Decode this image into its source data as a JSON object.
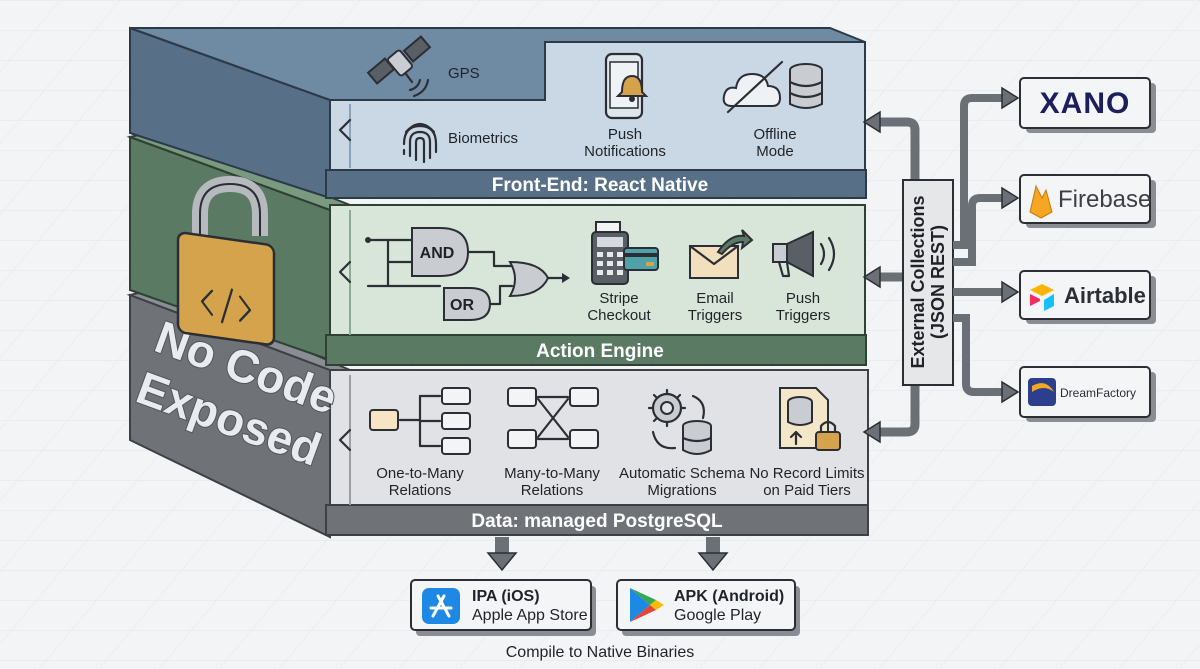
{
  "layers": {
    "frontend": {
      "bar_label": "Front-End: React Native",
      "features": [
        {
          "label": "GPS",
          "icon": "satellite-icon"
        },
        {
          "label": "Biometrics",
          "icon": "fingerprint-icon"
        },
        {
          "label": "Push\nNotifications",
          "icon": "phone-bell-icon"
        },
        {
          "label": "Offline\nMode",
          "icon": "offline-cloud-db-icon"
        }
      ]
    },
    "action": {
      "bar_label": "Action Engine",
      "logic": {
        "and_label": "AND",
        "or_label": "OR"
      },
      "features": [
        {
          "label": "Stripe\nCheckout",
          "icon": "payment-terminal-icon"
        },
        {
          "label": "Email\nTriggers",
          "icon": "email-arrow-icon"
        },
        {
          "label": "Push\nTriggers",
          "icon": "megaphone-icon"
        }
      ]
    },
    "data": {
      "bar_label": "Data: managed PostgreSQL",
      "features": [
        {
          "label": "One-to-Many\nRelations",
          "icon": "one-to-many-icon"
        },
        {
          "label": "Many-to-Many\nRelations",
          "icon": "many-to-many-icon"
        },
        {
          "label": "Automatic Schema\nMigrations",
          "icon": "gear-database-icon"
        },
        {
          "label": "No Record Limits\non Paid Tiers",
          "icon": "database-lock-icon"
        }
      ]
    },
    "side_text": "No Code\nExposed"
  },
  "external": {
    "label": "External Collections\n(JSON REST)",
    "services": [
      {
        "label": "XANO",
        "icon": "xano-logo"
      },
      {
        "label": "Firebase",
        "icon": "firebase-logo"
      },
      {
        "label": "Airtable",
        "icon": "airtable-logo"
      },
      {
        "label": "DreamFactory",
        "icon": "dreamfactory-logo"
      }
    ]
  },
  "outputs": {
    "items": [
      {
        "title": "IPA (iOS)",
        "subtitle": "Apple App Store",
        "icon": "app-store-icon"
      },
      {
        "title": "APK (Android)",
        "subtitle": "Google Play",
        "icon": "google-play-icon"
      }
    ],
    "caption": "Compile to Native Binaries"
  },
  "colors": {
    "frontend": "#c9d8e4",
    "frontend_side": "#577088",
    "action": "#d8e6d9",
    "action_side": "#5b7a63",
    "data": "#e1e2e5",
    "data_side": "#6f7378",
    "lock": "#d5a34c",
    "xano": "#1c1f5c",
    "firebase": "#f5a623",
    "dreamfactory": "#2b3f8c"
  }
}
